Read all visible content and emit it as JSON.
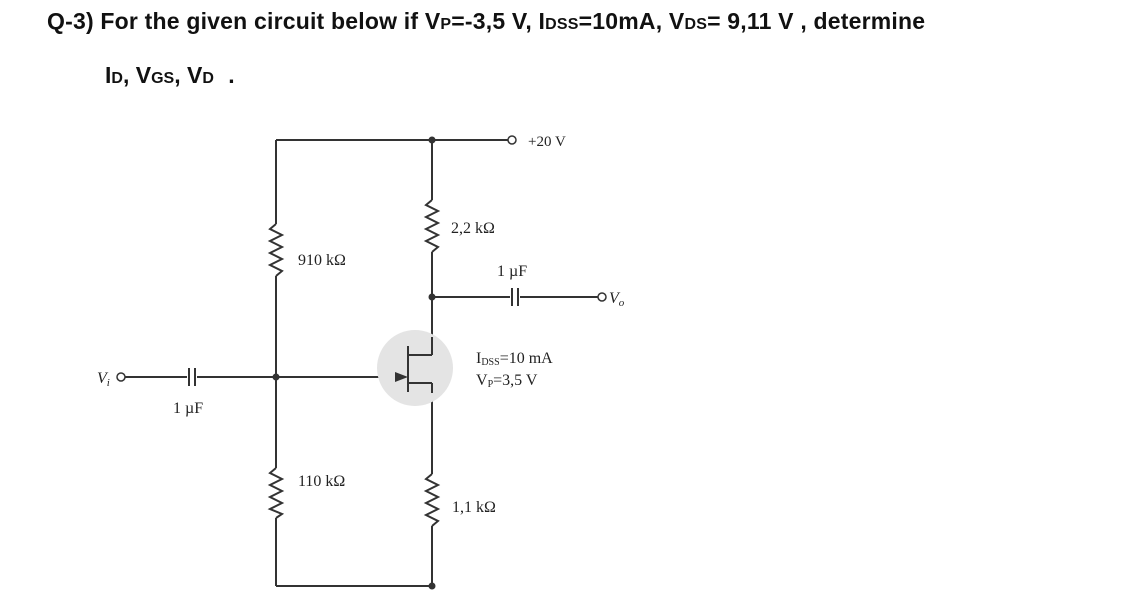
{
  "question": {
    "number": "Q-3)",
    "lead": "For the given circuit below if",
    "vp_symbol": "V",
    "vp_sub": "P",
    "vp_value": "=-3,5 V,",
    "idss_symbol": "I",
    "idss_sub": "DSS",
    "idss_value": "=10mA,",
    "vds_symbol": "V",
    "vds_sub": "DS",
    "vds_value": "= 9,11 V ,",
    "verb": "determine",
    "unknowns": {
      "id_symbol": "I",
      "id_sub": "D",
      "sep1": ",",
      "vgs_symbol": "V",
      "vgs_sub": "GS",
      "sep2": ",",
      "vd_symbol": "V",
      "vd_sub": "D",
      "end": "."
    }
  },
  "circuit": {
    "supply_label": "+20 V",
    "r_top_label": "910 kΩ",
    "r_bottom_label": "110 kΩ",
    "rd_label": "2,2 kΩ",
    "rs_label": "1,1 kΩ",
    "cin_label": "1 µF",
    "cout_label": "1 µF",
    "vi_label": "V",
    "vi_sub": "i",
    "vo_label": "V",
    "vo_sub": "o",
    "idss_label": "I",
    "idss_label_sub": "DSS",
    "idss_label_value": "=10 mA",
    "vp_label": "V",
    "vp_label_sub": "P",
    "vp_label_value": "=3,5 V"
  }
}
